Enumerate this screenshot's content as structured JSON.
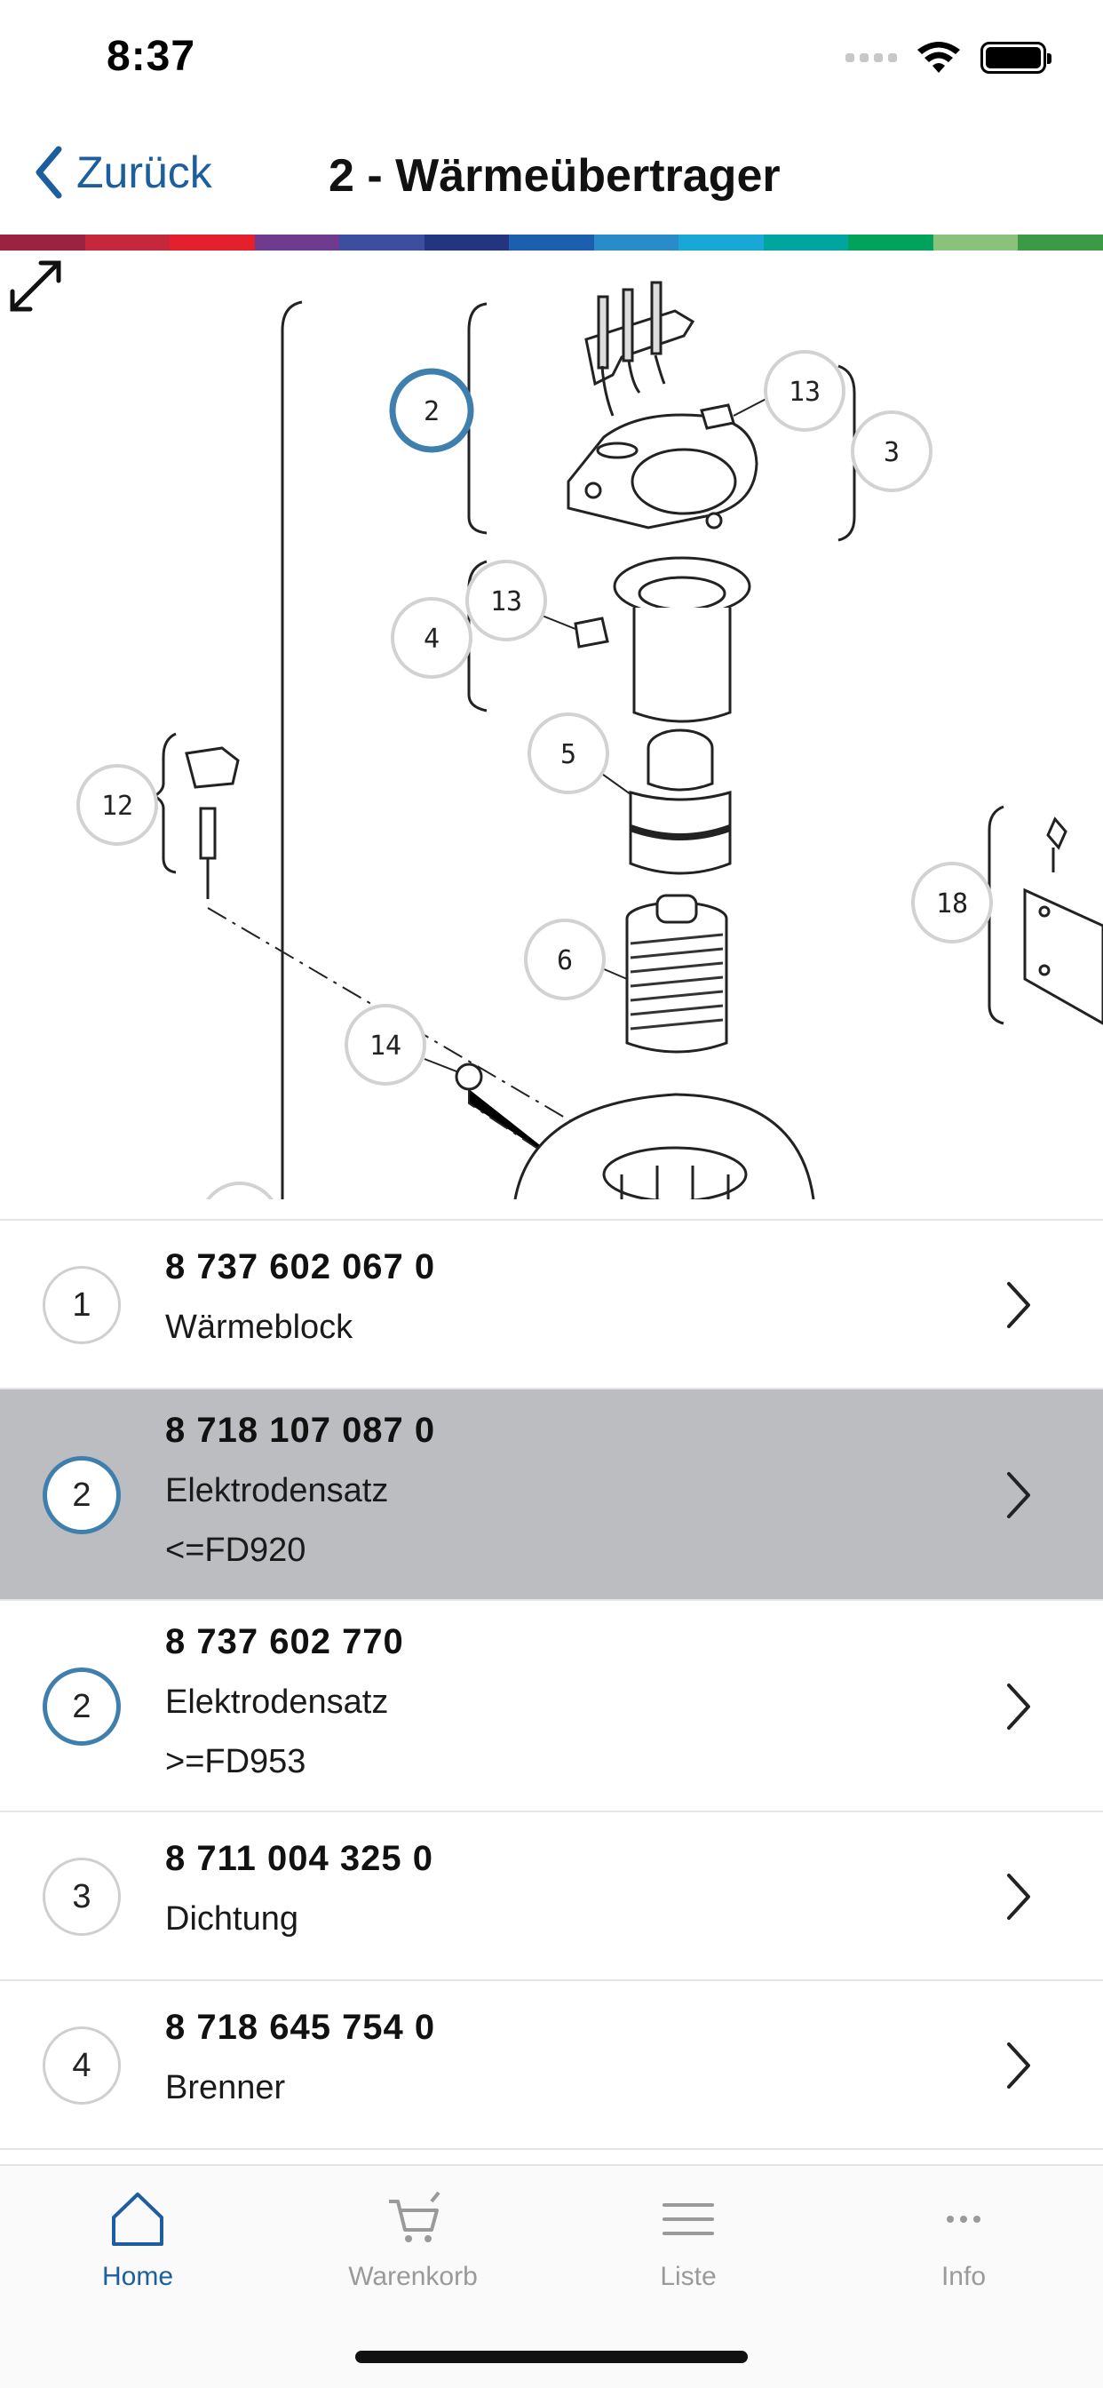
{
  "status": {
    "time": "8:37"
  },
  "nav": {
    "back_label": "Zurück",
    "title": "2 - Wärmeübertrager"
  },
  "colors": {
    "accent": "#1d5e9f",
    "selected_row": "#bcbdc0",
    "active_circle": "#3f7fae",
    "strip": [
      "#9b2240",
      "#c4283a",
      "#e3202b",
      "#6f3b8f",
      "#3d4d9f",
      "#24357f",
      "#1c5fae",
      "#2a8bc9",
      "#19a8d6",
      "#00a5a0",
      "#00a35c",
      "#8bc27b",
      "#3c9a45"
    ]
  },
  "diagram": {
    "callouts": [
      "2",
      "13",
      "3",
      "4",
      "13",
      "5",
      "12",
      "18",
      "6",
      "14"
    ]
  },
  "parts": [
    {
      "pos": "1",
      "number": "8 737 602 067 0",
      "name": "Wärmeblock",
      "note": "",
      "selected": false,
      "active": false
    },
    {
      "pos": "2",
      "number": "8 718 107 087 0",
      "name": "Elektrodensatz",
      "note": "<=FD920",
      "selected": true,
      "active": true
    },
    {
      "pos": "2",
      "number": "8 737 602 770",
      "name": "Elektrodensatz",
      "note": ">=FD953",
      "selected": false,
      "active": true
    },
    {
      "pos": "3",
      "number": "8 711 004 325 0",
      "name": "Dichtung",
      "note": "",
      "selected": false,
      "active": false
    },
    {
      "pos": "4",
      "number": "8 718 645 754 0",
      "name": "Brenner",
      "note": "",
      "selected": false,
      "active": false
    }
  ],
  "tabs": [
    {
      "label": "Home",
      "icon": "home-icon",
      "active": true
    },
    {
      "label": "Warenkorb",
      "icon": "cart-icon",
      "active": false
    },
    {
      "label": "Liste",
      "icon": "list-icon",
      "active": false
    },
    {
      "label": "Info",
      "icon": "more-icon",
      "active": false
    }
  ]
}
